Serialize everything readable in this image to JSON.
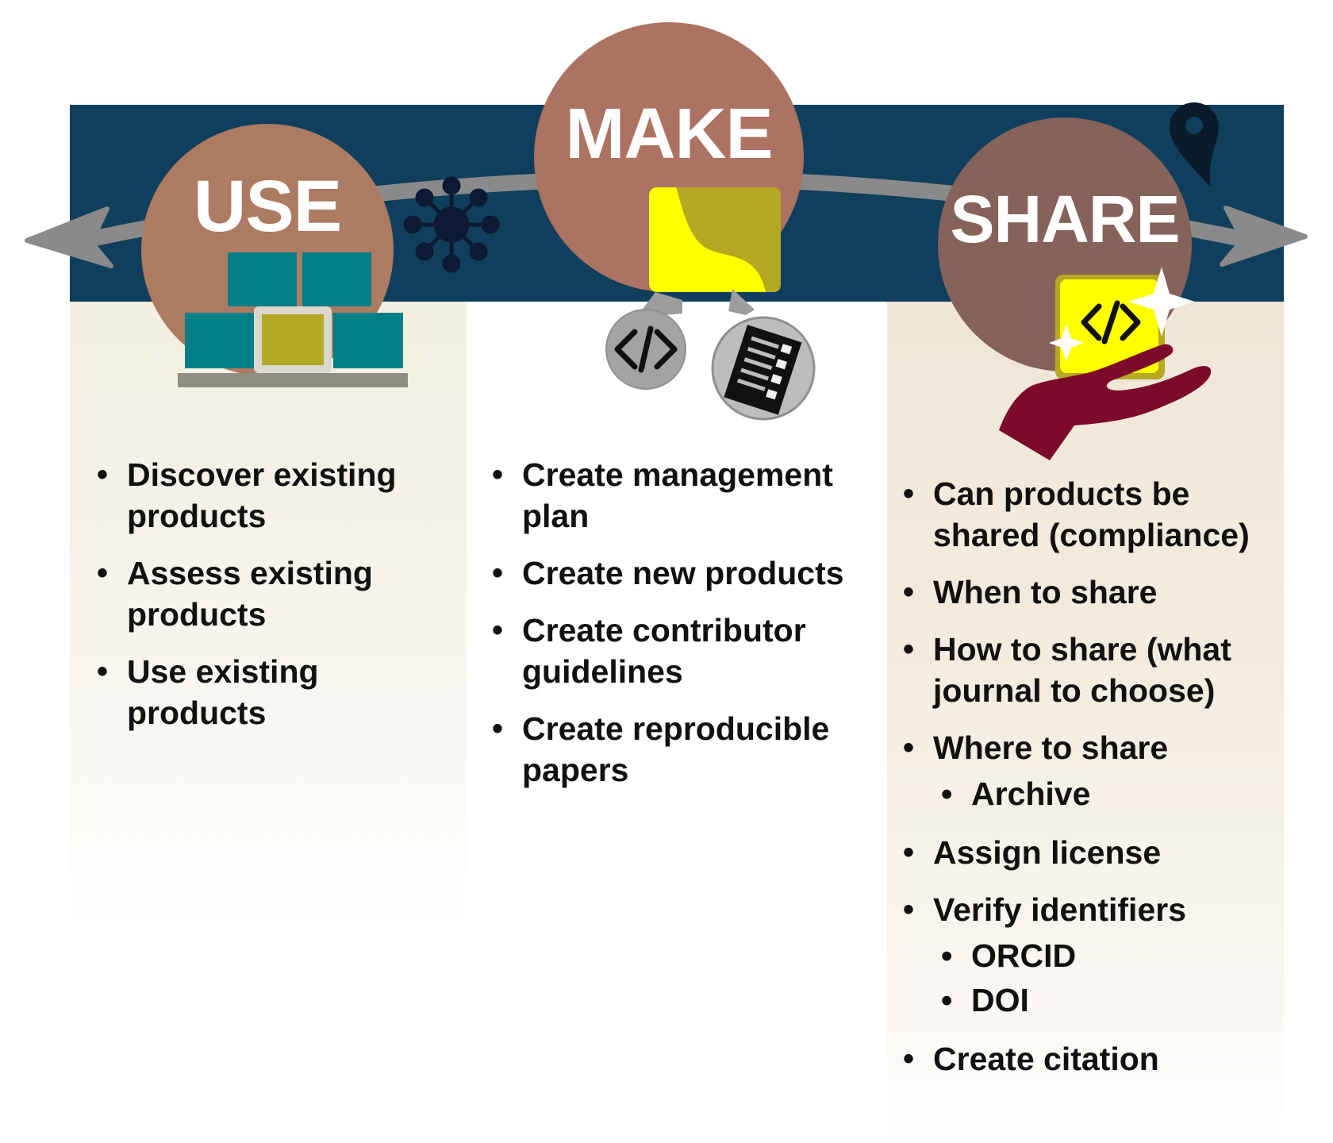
{
  "phases": {
    "use": {
      "title": "USE"
    },
    "make": {
      "title": "MAKE"
    },
    "share": {
      "title": "SHARE"
    }
  },
  "use_items": [
    "Discover existing products",
    "Assess existing products",
    "Use existing products"
  ],
  "make_items": [
    "Create management plan",
    "Create new products",
    "Create contributor guidelines",
    "Create reproducible papers"
  ],
  "share_items": [
    {
      "text": "Can products be shared (compliance)",
      "sub": []
    },
    {
      "text": "When to share",
      "sub": []
    },
    {
      "text": "How to share (what journal to choose)",
      "sub": []
    },
    {
      "text": "Where to share",
      "sub": [
        "Archive"
      ]
    },
    {
      "text": "Assign license",
      "sub": []
    },
    {
      "text": "Verify identifiers",
      "sub": [
        "ORCID",
        "DOI"
      ]
    },
    {
      "text": "Create citation",
      "sub": []
    }
  ],
  "icons": {
    "use": [
      "stacked-blocks-icon"
    ],
    "make": [
      "document-icon",
      "code-icon",
      "checklist-icon",
      "network-icon"
    ],
    "share": [
      "code-card-icon",
      "sparkle-icon",
      "open-hand-icon",
      "location-pin-icon"
    ]
  },
  "colors": {
    "band": "#0f3f5c",
    "use_circle": "#ad7a62",
    "make_circle": "#ac7262",
    "share_circle": "#85625a",
    "arrow": "#8a8a8a",
    "accent_yellow": "#ffff00",
    "olive": "#b5a822",
    "teal": "#007f86",
    "hand": "#7d0a2a"
  }
}
